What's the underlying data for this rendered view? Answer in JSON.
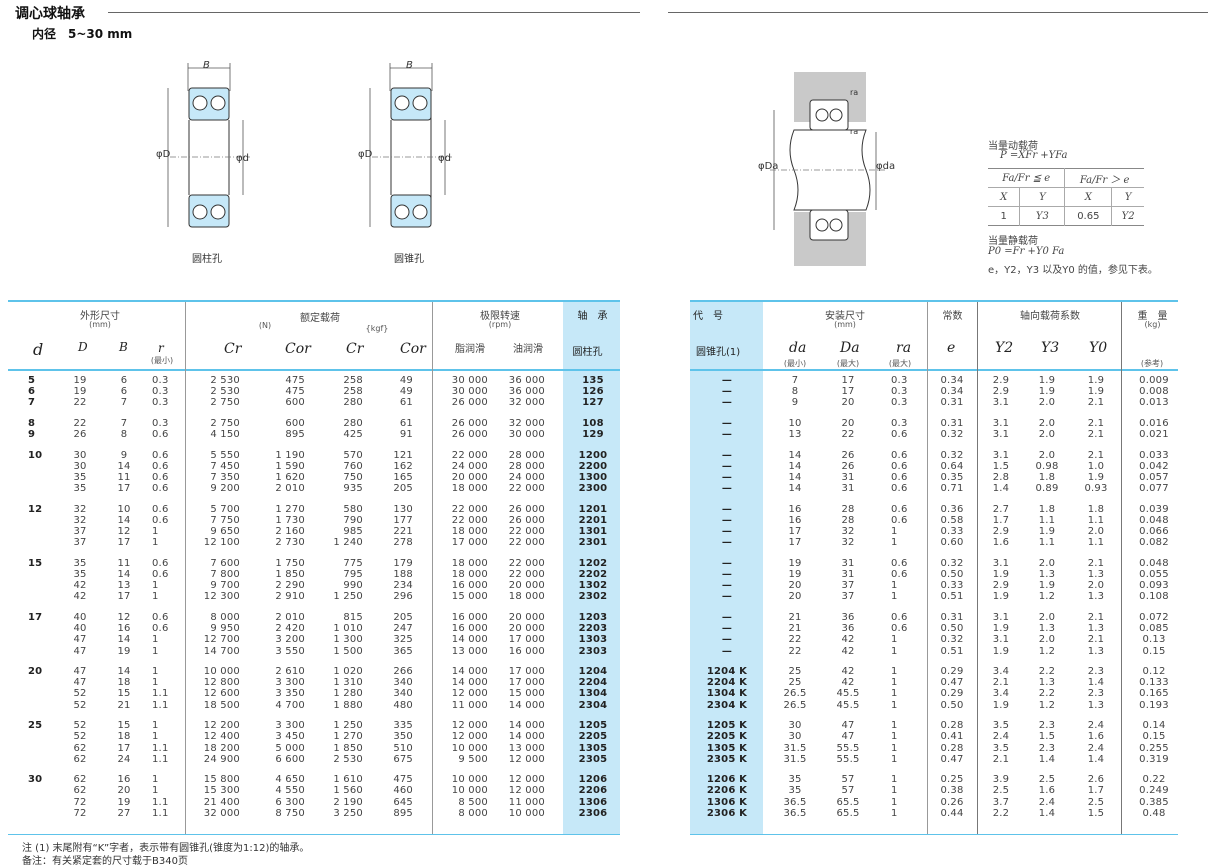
{
  "header": {
    "title": "调心球轴承",
    "subtitle": "内径　5~30 mm"
  },
  "figures": {
    "cyl_caption": "圆柱孔",
    "tap_caption": "圆锥孔",
    "B": "B",
    "r": "r",
    "phiD": "φD",
    "phid": "φd",
    "ra": "ra",
    "phiDa": "φDa",
    "phida": "φda"
  },
  "load_box": {
    "dyn_title": "当量动载荷",
    "dyn_formula": "P =XFr +YFa",
    "col1": "Fa/Fr ≦ e",
    "col2": "Fa/Fr ＞ e",
    "X": "X",
    "Y": "Y",
    "X1": "1",
    "Y1": "Y3",
    "X2": "0.65",
    "Y2": "Y2",
    "static_title": "当量静载荷",
    "static_formula": "P0 =Fr +Y0 Fa",
    "note": "e，Y2，Y3 以及Y0 的值，参见下表。"
  },
  "left_table": {
    "h_dims": "外形尺寸",
    "h_dims_unit": "(mm)",
    "h_load": "额定载荷",
    "h_N": "(N)",
    "h_kgf": "{kgf}",
    "h_speed": "极限转速",
    "h_rpm": "(rpm)",
    "h_bearing": "轴　承",
    "c_d": "d",
    "c_D": "D",
    "c_B": "B",
    "c_r": "r",
    "c_rmin": "(最小)",
    "c_Cr": "Cr",
    "c_Cor": "Cor",
    "c_Cr2": "Cr",
    "c_Cor2": "Cor",
    "c_grease": "脂润滑",
    "c_oil": "油润滑",
    "c_cyl": "圆柱孔",
    "groups": [
      [
        [
          "5",
          "19",
          "6",
          "0.3",
          "2 530",
          "475",
          "258",
          "49",
          "30 000",
          "36 000",
          "135"
        ],
        [
          "6",
          "19",
          "6",
          "0.3",
          "2 530",
          "475",
          "258",
          "49",
          "30 000",
          "36 000",
          "126"
        ],
        [
          "7",
          "22",
          "7",
          "0.3",
          "2 750",
          "600",
          "280",
          "61",
          "26 000",
          "32 000",
          "127"
        ]
      ],
      [
        [
          "8",
          "22",
          "7",
          "0.3",
          "2 750",
          "600",
          "280",
          "61",
          "26 000",
          "32 000",
          "108"
        ],
        [
          "9",
          "26",
          "8",
          "0.6",
          "4 150",
          "895",
          "425",
          "91",
          "26 000",
          "30 000",
          "129"
        ]
      ],
      [
        [
          "10",
          "30",
          "9",
          "0.6",
          "5 550",
          "1 190",
          "570",
          "121",
          "22 000",
          "28 000",
          "1200"
        ],
        [
          "",
          "30",
          "14",
          "0.6",
          "7 450",
          "1 590",
          "760",
          "162",
          "24 000",
          "28 000",
          "2200"
        ],
        [
          "",
          "35",
          "11",
          "0.6",
          "7 350",
          "1 620",
          "750",
          "165",
          "20 000",
          "24 000",
          "1300"
        ],
        [
          "",
          "35",
          "17",
          "0.6",
          "9 200",
          "2 010",
          "935",
          "205",
          "18 000",
          "22 000",
          "2300"
        ]
      ],
      [
        [
          "12",
          "32",
          "10",
          "0.6",
          "5 700",
          "1 270",
          "580",
          "130",
          "22 000",
          "26 000",
          "1201"
        ],
        [
          "",
          "32",
          "14",
          "0.6",
          "7 750",
          "1 730",
          "790",
          "177",
          "22 000",
          "26 000",
          "2201"
        ],
        [
          "",
          "37",
          "12",
          "1",
          "9 650",
          "2 160",
          "985",
          "221",
          "18 000",
          "22 000",
          "1301"
        ],
        [
          "",
          "37",
          "17",
          "1",
          "12 100",
          "2 730",
          "1 240",
          "278",
          "17 000",
          "22 000",
          "2301"
        ]
      ],
      [
        [
          "15",
          "35",
          "11",
          "0.6",
          "7 600",
          "1 750",
          "775",
          "179",
          "18 000",
          "22 000",
          "1202"
        ],
        [
          "",
          "35",
          "14",
          "0.6",
          "7 800",
          "1 850",
          "795",
          "188",
          "18 000",
          "22 000",
          "2202"
        ],
        [
          "",
          "42",
          "13",
          "1",
          "9 700",
          "2 290",
          "990",
          "234",
          "16 000",
          "20 000",
          "1302"
        ],
        [
          "",
          "42",
          "17",
          "1",
          "12 300",
          "2 910",
          "1 250",
          "296",
          "15 000",
          "18 000",
          "2302"
        ]
      ],
      [
        [
          "17",
          "40",
          "12",
          "0.6",
          "8 000",
          "2 010",
          "815",
          "205",
          "16 000",
          "20 000",
          "1203"
        ],
        [
          "",
          "40",
          "16",
          "0.6",
          "9 950",
          "2 420",
          "1 010",
          "247",
          "16 000",
          "20 000",
          "2203"
        ],
        [
          "",
          "47",
          "14",
          "1",
          "12 700",
          "3 200",
          "1 300",
          "325",
          "14 000",
          "17 000",
          "1303"
        ],
        [
          "",
          "47",
          "19",
          "1",
          "14 700",
          "3 550",
          "1 500",
          "365",
          "13 000",
          "16 000",
          "2303"
        ]
      ],
      [
        [
          "20",
          "47",
          "14",
          "1",
          "10 000",
          "2 610",
          "1 020",
          "266",
          "14 000",
          "17 000",
          "1204"
        ],
        [
          "",
          "47",
          "18",
          "1",
          "12 800",
          "3 300",
          "1 310",
          "340",
          "14 000",
          "17 000",
          "2204"
        ],
        [
          "",
          "52",
          "15",
          "1.1",
          "12 600",
          "3 350",
          "1 280",
          "340",
          "12 000",
          "15 000",
          "1304"
        ],
        [
          "",
          "52",
          "21",
          "1.1",
          "18 500",
          "4 700",
          "1 880",
          "480",
          "11 000",
          "14 000",
          "2304"
        ]
      ],
      [
        [
          "25",
          "52",
          "15",
          "1",
          "12 200",
          "3 300",
          "1 250",
          "335",
          "12 000",
          "14 000",
          "1205"
        ],
        [
          "",
          "52",
          "18",
          "1",
          "12 400",
          "3 450",
          "1 270",
          "350",
          "12 000",
          "14 000",
          "2205"
        ],
        [
          "",
          "62",
          "17",
          "1.1",
          "18 200",
          "5 000",
          "1 850",
          "510",
          "10 000",
          "13 000",
          "1305"
        ],
        [
          "",
          "62",
          "24",
          "1.1",
          "24 900",
          "6 600",
          "2 530",
          "675",
          "9 500",
          "12 000",
          "2305"
        ]
      ],
      [
        [
          "30",
          "62",
          "16",
          "1",
          "15 800",
          "4 650",
          "1 610",
          "475",
          "10 000",
          "12 000",
          "1206"
        ],
        [
          "",
          "62",
          "20",
          "1",
          "15 300",
          "4 550",
          "1 560",
          "460",
          "10 000",
          "12 000",
          "2206"
        ],
        [
          "",
          "72",
          "19",
          "1.1",
          "21 400",
          "6 300",
          "2 190",
          "645",
          "8 500",
          "11 000",
          "1306"
        ],
        [
          "",
          "72",
          "27",
          "1.1",
          "32 000",
          "8 750",
          "3 250",
          "895",
          "8 000",
          "10 000",
          "2306"
        ]
      ]
    ]
  },
  "right_table": {
    "h_code": "代　号",
    "h_mount": "安装尺寸",
    "h_mount_unit": "(mm)",
    "h_const": "常数",
    "h_axial": "轴向载荷系数",
    "h_weight": "重　量",
    "h_weight_unit": "(kg)",
    "c_tap": "圆锥孔(1)",
    "c_da": "da",
    "c_da_s": "(最小)",
    "c_Da": "Da",
    "c_Da_s": "(最大)",
    "c_ra": "ra",
    "c_ra_s": "(最大)",
    "c_e": "e",
    "c_Y2": "Y2",
    "c_Y3": "Y3",
    "c_Y0": "Y0",
    "c_ref": "(参考)",
    "groups": [
      [
        [
          "—",
          "7",
          "17",
          "0.3",
          "0.34",
          "2.9",
          "1.9",
          "1.9",
          "0.009"
        ],
        [
          "—",
          "8",
          "17",
          "0.3",
          "0.34",
          "2.9",
          "1.9",
          "1.9",
          "0.008"
        ],
        [
          "—",
          "9",
          "20",
          "0.3",
          "0.31",
          "3.1",
          "2.0",
          "2.1",
          "0.013"
        ]
      ],
      [
        [
          "—",
          "10",
          "20",
          "0.3",
          "0.31",
          "3.1",
          "2.0",
          "2.1",
          "0.016"
        ],
        [
          "—",
          "13",
          "22",
          "0.6",
          "0.32",
          "3.1",
          "2.0",
          "2.1",
          "0.021"
        ]
      ],
      [
        [
          "—",
          "14",
          "26",
          "0.6",
          "0.32",
          "3.1",
          "2.0",
          "2.1",
          "0.033"
        ],
        [
          "—",
          "14",
          "26",
          "0.6",
          "0.64",
          "1.5",
          "0.98",
          "1.0",
          "0.042"
        ],
        [
          "—",
          "14",
          "31",
          "0.6",
          "0.35",
          "2.8",
          "1.8",
          "1.9",
          "0.057"
        ],
        [
          "—",
          "14",
          "31",
          "0.6",
          "0.71",
          "1.4",
          "0.89",
          "0.93",
          "0.077"
        ]
      ],
      [
        [
          "—",
          "16",
          "28",
          "0.6",
          "0.36",
          "2.7",
          "1.8",
          "1.8",
          "0.039"
        ],
        [
          "—",
          "16",
          "28",
          "0.6",
          "0.58",
          "1.7",
          "1.1",
          "1.1",
          "0.048"
        ],
        [
          "—",
          "17",
          "32",
          "1",
          "0.33",
          "2.9",
          "1.9",
          "2.0",
          "0.066"
        ],
        [
          "—",
          "17",
          "32",
          "1",
          "0.60",
          "1.6",
          "1.1",
          "1.1",
          "0.082"
        ]
      ],
      [
        [
          "—",
          "19",
          "31",
          "0.6",
          "0.32",
          "3.1",
          "2.0",
          "2.1",
          "0.048"
        ],
        [
          "—",
          "19",
          "31",
          "0.6",
          "0.50",
          "1.9",
          "1.3",
          "1.3",
          "0.055"
        ],
        [
          "—",
          "20",
          "37",
          "1",
          "0.33",
          "2.9",
          "1.9",
          "2.0",
          "0.093"
        ],
        [
          "—",
          "20",
          "37",
          "1",
          "0.51",
          "1.9",
          "1.2",
          "1.3",
          "0.108"
        ]
      ],
      [
        [
          "—",
          "21",
          "36",
          "0.6",
          "0.31",
          "3.1",
          "2.0",
          "2.1",
          "0.072"
        ],
        [
          "—",
          "21",
          "36",
          "0.6",
          "0.50",
          "1.9",
          "1.3",
          "1.3",
          "0.085"
        ],
        [
          "—",
          "22",
          "42",
          "1",
          "0.32",
          "3.1",
          "2.0",
          "2.1",
          "0.13"
        ],
        [
          "—",
          "22",
          "42",
          "1",
          "0.51",
          "1.9",
          "1.2",
          "1.3",
          "0.15"
        ]
      ],
      [
        [
          "1204 K",
          "25",
          "42",
          "1",
          "0.29",
          "3.4",
          "2.2",
          "2.3",
          "0.12"
        ],
        [
          "2204 K",
          "25",
          "42",
          "1",
          "0.47",
          "2.1",
          "1.3",
          "1.4",
          "0.133"
        ],
        [
          "1304 K",
          "26.5",
          "45.5",
          "1",
          "0.29",
          "3.4",
          "2.2",
          "2.3",
          "0.165"
        ],
        [
          "2304 K",
          "26.5",
          "45.5",
          "1",
          "0.50",
          "1.9",
          "1.2",
          "1.3",
          "0.193"
        ]
      ],
      [
        [
          "1205 K",
          "30",
          "47",
          "1",
          "0.28",
          "3.5",
          "2.3",
          "2.4",
          "0.14"
        ],
        [
          "2205 K",
          "30",
          "47",
          "1",
          "0.41",
          "2.4",
          "1.5",
          "1.6",
          "0.15"
        ],
        [
          "1305 K",
          "31.5",
          "55.5",
          "1",
          "0.28",
          "3.5",
          "2.3",
          "2.4",
          "0.255"
        ],
        [
          "2305 K",
          "31.5",
          "55.5",
          "1",
          "0.47",
          "2.1",
          "1.4",
          "1.4",
          "0.319"
        ]
      ],
      [
        [
          "1206 K",
          "35",
          "57",
          "1",
          "0.25",
          "3.9",
          "2.5",
          "2.6",
          "0.22"
        ],
        [
          "2206 K",
          "35",
          "57",
          "1",
          "0.38",
          "2.5",
          "1.6",
          "1.7",
          "0.249"
        ],
        [
          "1306 K",
          "36.5",
          "65.5",
          "1",
          "0.26",
          "3.7",
          "2.4",
          "2.5",
          "0.385"
        ],
        [
          "2306 K",
          "36.5",
          "65.5",
          "1",
          "0.44",
          "2.2",
          "1.4",
          "1.5",
          "0.48"
        ]
      ]
    ]
  },
  "notes": {
    "note1": "注 (1)  末尾附有“K”字者，表示带有圆锥孔(锥度为1:12)的轴承。",
    "note2": "备注：有关紧定套的尺寸载于B340页"
  }
}
